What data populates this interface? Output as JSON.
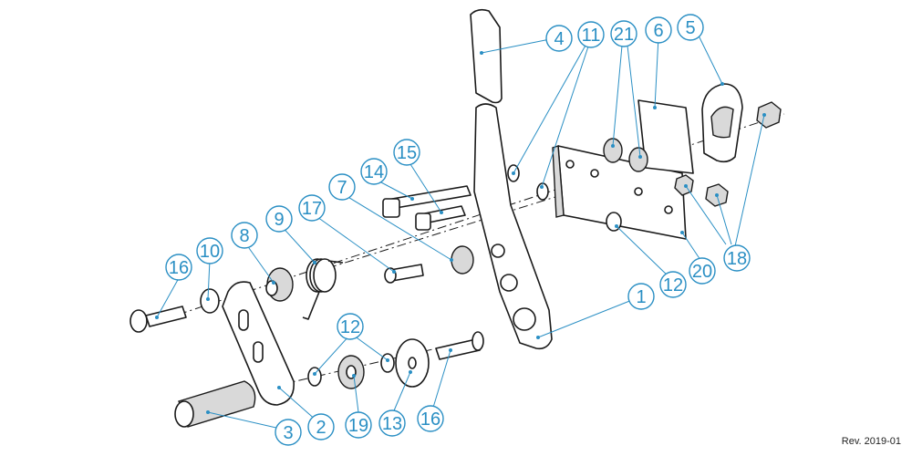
{
  "callouts": [
    {
      "label": "1"
    },
    {
      "label": "2"
    },
    {
      "label": "3"
    },
    {
      "label": "4"
    },
    {
      "label": "5"
    },
    {
      "label": "6"
    },
    {
      "label": "7"
    },
    {
      "label": "8"
    },
    {
      "label": "9"
    },
    {
      "label": "10"
    },
    {
      "label": "11"
    },
    {
      "label": "12"
    },
    {
      "label": "12"
    },
    {
      "label": "13"
    },
    {
      "label": "14"
    },
    {
      "label": "15"
    },
    {
      "label": "16"
    },
    {
      "label": "16"
    },
    {
      "label": "17"
    },
    {
      "label": "18"
    },
    {
      "label": "19"
    },
    {
      "label": "20"
    },
    {
      "label": "21"
    }
  ],
  "revision": "Rev. 2019-01",
  "colors": {
    "callout": "#2a8fc4",
    "line": "#1a1a1a"
  }
}
